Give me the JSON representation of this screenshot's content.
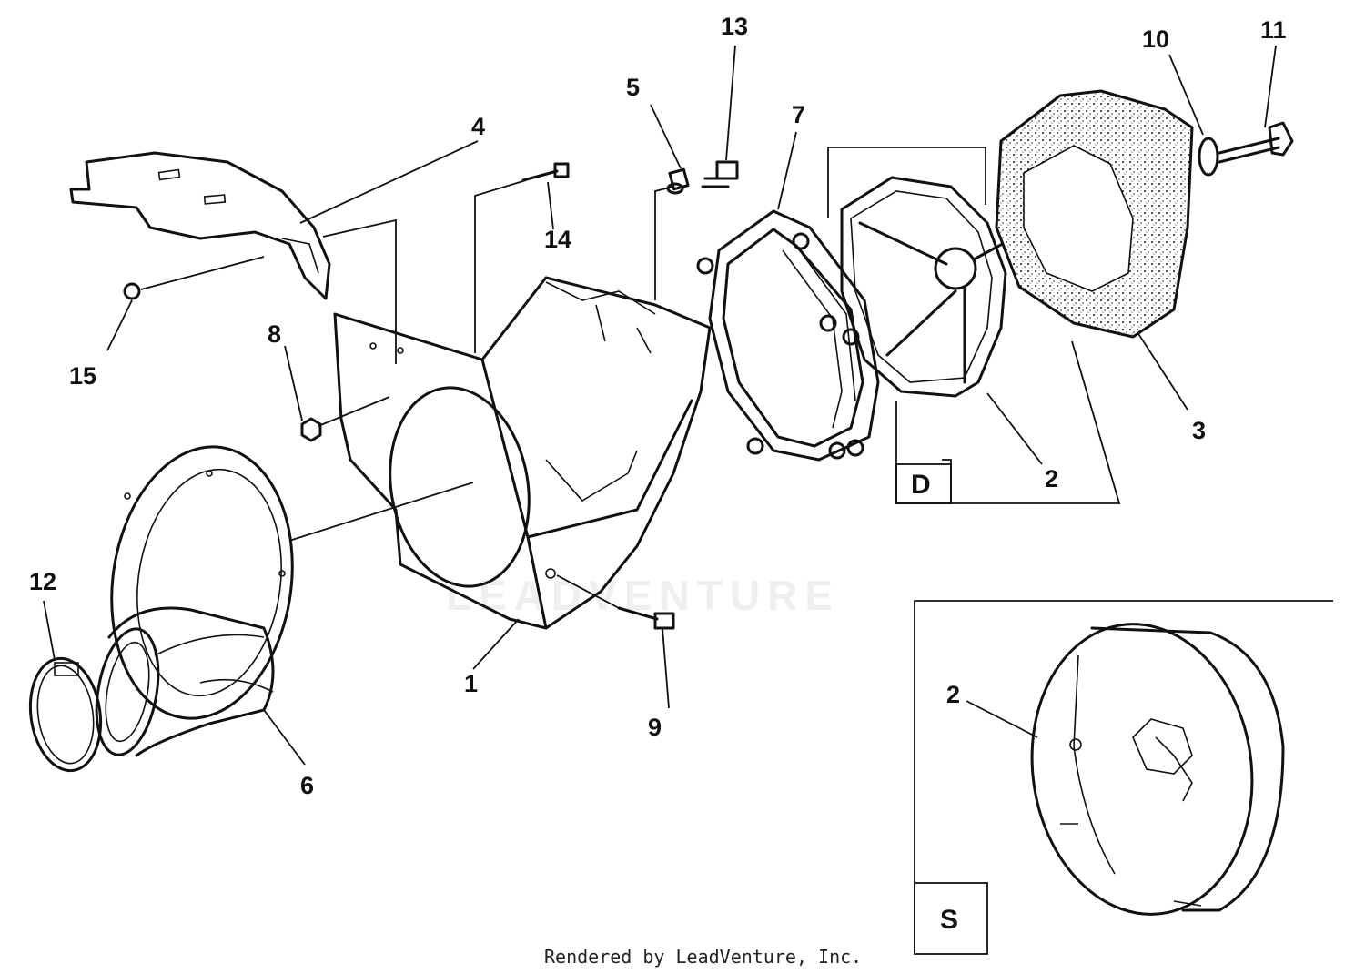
{
  "callouts": {
    "c1": "1",
    "c2a": "2",
    "c2b": "2",
    "c3": "3",
    "c4": "4",
    "c5": "5",
    "c6": "6",
    "c7": "7",
    "c8": "8",
    "c9": "9",
    "c10": "10",
    "c11": "11",
    "c12": "12",
    "c13": "13",
    "c14": "14",
    "c15": "15"
  },
  "box_labels": {
    "d": "D",
    "s": "S"
  },
  "watermark": "LEADVENTURE",
  "footer": "Rendered by LeadVenture, Inc."
}
